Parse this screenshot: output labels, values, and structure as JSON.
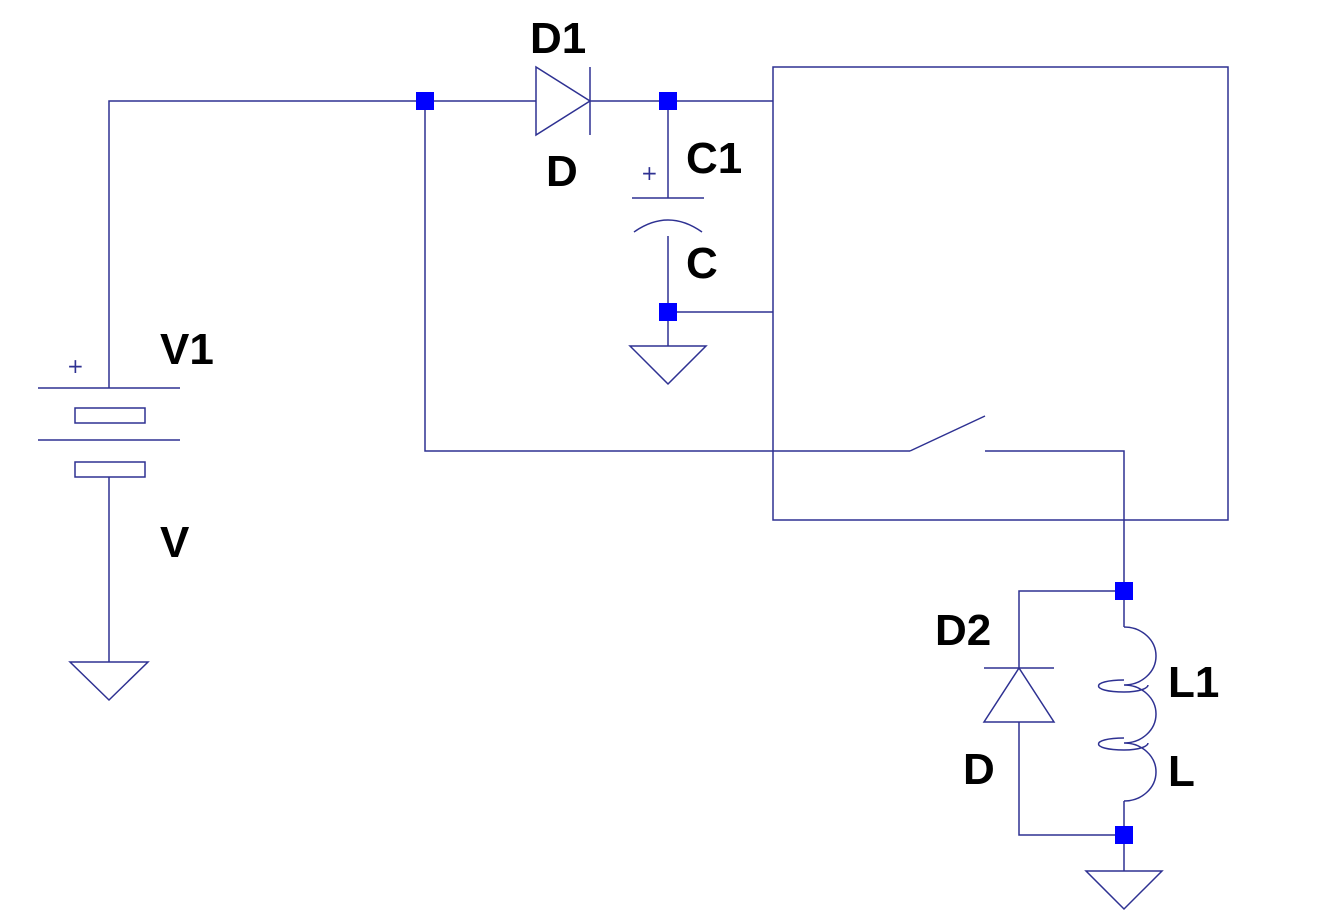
{
  "components": {
    "v1": {
      "ref": "V1",
      "value": "V",
      "polarity": "+"
    },
    "d1": {
      "ref": "D1",
      "value": "D"
    },
    "c1": {
      "ref": "C1",
      "value": "C",
      "polarity": "+"
    },
    "d2": {
      "ref": "D2",
      "value": "D"
    },
    "l1": {
      "ref": "L1",
      "value": "L"
    }
  },
  "colors": {
    "wire": "#2e3192",
    "junction": "#0000ff",
    "label": "#000000",
    "background": "#ffffff"
  }
}
